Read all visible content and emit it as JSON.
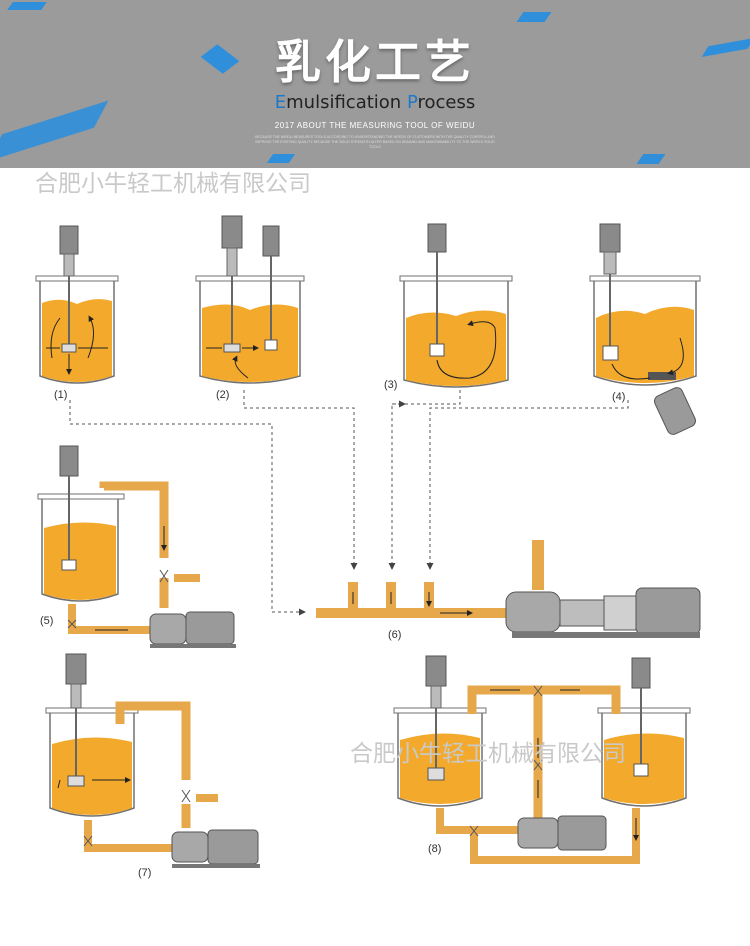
{
  "banner": {
    "cn_title": "乳化工艺",
    "en_title_first_letter": "E",
    "en_title_first_rest": "mulsification ",
    "en_title_second_letter": "P",
    "en_title_second_rest": "rocess",
    "subtitle": "2017 ABOUT THE MEASURING TOOL OF WEIDU",
    "fine_print": "BECAUSE THE WEIDU MEASURES TOOLS ACCORDING TO UNDERSTANDING THE NEEDS OF CUSTOMERS WITH THE QUALITY CONTROL AND IMPROVE THE EXISTING QUALITY BECAUSE THE SOLID STRENGTH ALTER BASED ON DEMAND AND MAINTAINABILITY TO THE WORLD SOLID TOOLS"
  },
  "watermarks": [
    "合肥小牛轻工机械有限公司",
    "合肥小牛轻工机械有限公司"
  ],
  "diagram": {
    "labels": [
      "(1)",
      "(2)",
      "(3)",
      "(4)",
      "(5)",
      "(6)",
      "(7)",
      "(8)"
    ]
  },
  "colors": {
    "liquid": "#f2a92c",
    "pipe": "#e6a84a",
    "vessel_outline": "#707070",
    "motor": "#8a8a8a",
    "banner_bg": "#9b9b9b",
    "accent_blue": "#2f8fdb"
  }
}
